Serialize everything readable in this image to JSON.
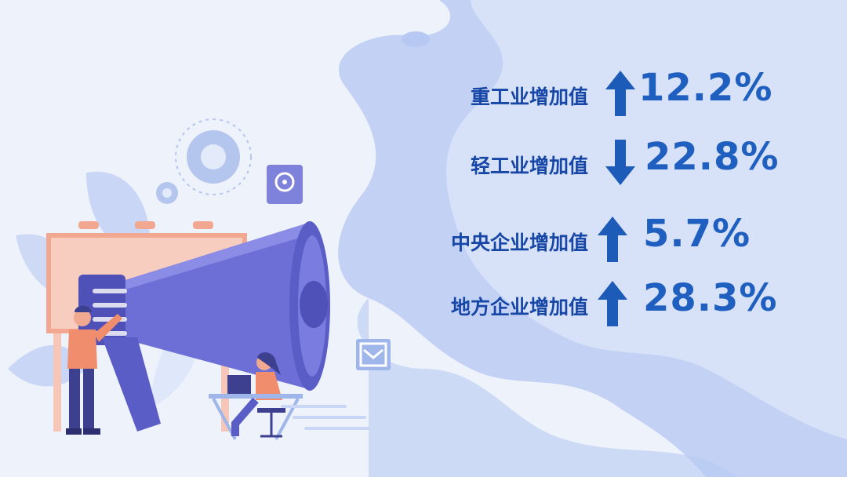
{
  "stats": [
    {
      "label": "重工业增加值",
      "direction": "up",
      "value": "12.2%"
    },
    {
      "label": "轻工业增加值",
      "direction": "down",
      "value": "22.8%"
    },
    {
      "label": "中央企业增加值",
      "direction": "up",
      "value": "5.7%"
    },
    {
      "label": "地方企业增加值",
      "direction": "up",
      "value": "28.3%"
    }
  ],
  "colors": {
    "background": "#eef2fb",
    "blob": "#b7c9f2",
    "blob_dark": "#9fb6ea",
    "text_label": "#1747a6",
    "text_value": "#1f5fbf",
    "arrow": "#1d5bb8",
    "megaphone": "#7777dd",
    "billboard": "#f6c6b8"
  },
  "icons": [
    "gear-icon",
    "location-pin-icon",
    "checkbox-icon",
    "megaphone-icon"
  ]
}
